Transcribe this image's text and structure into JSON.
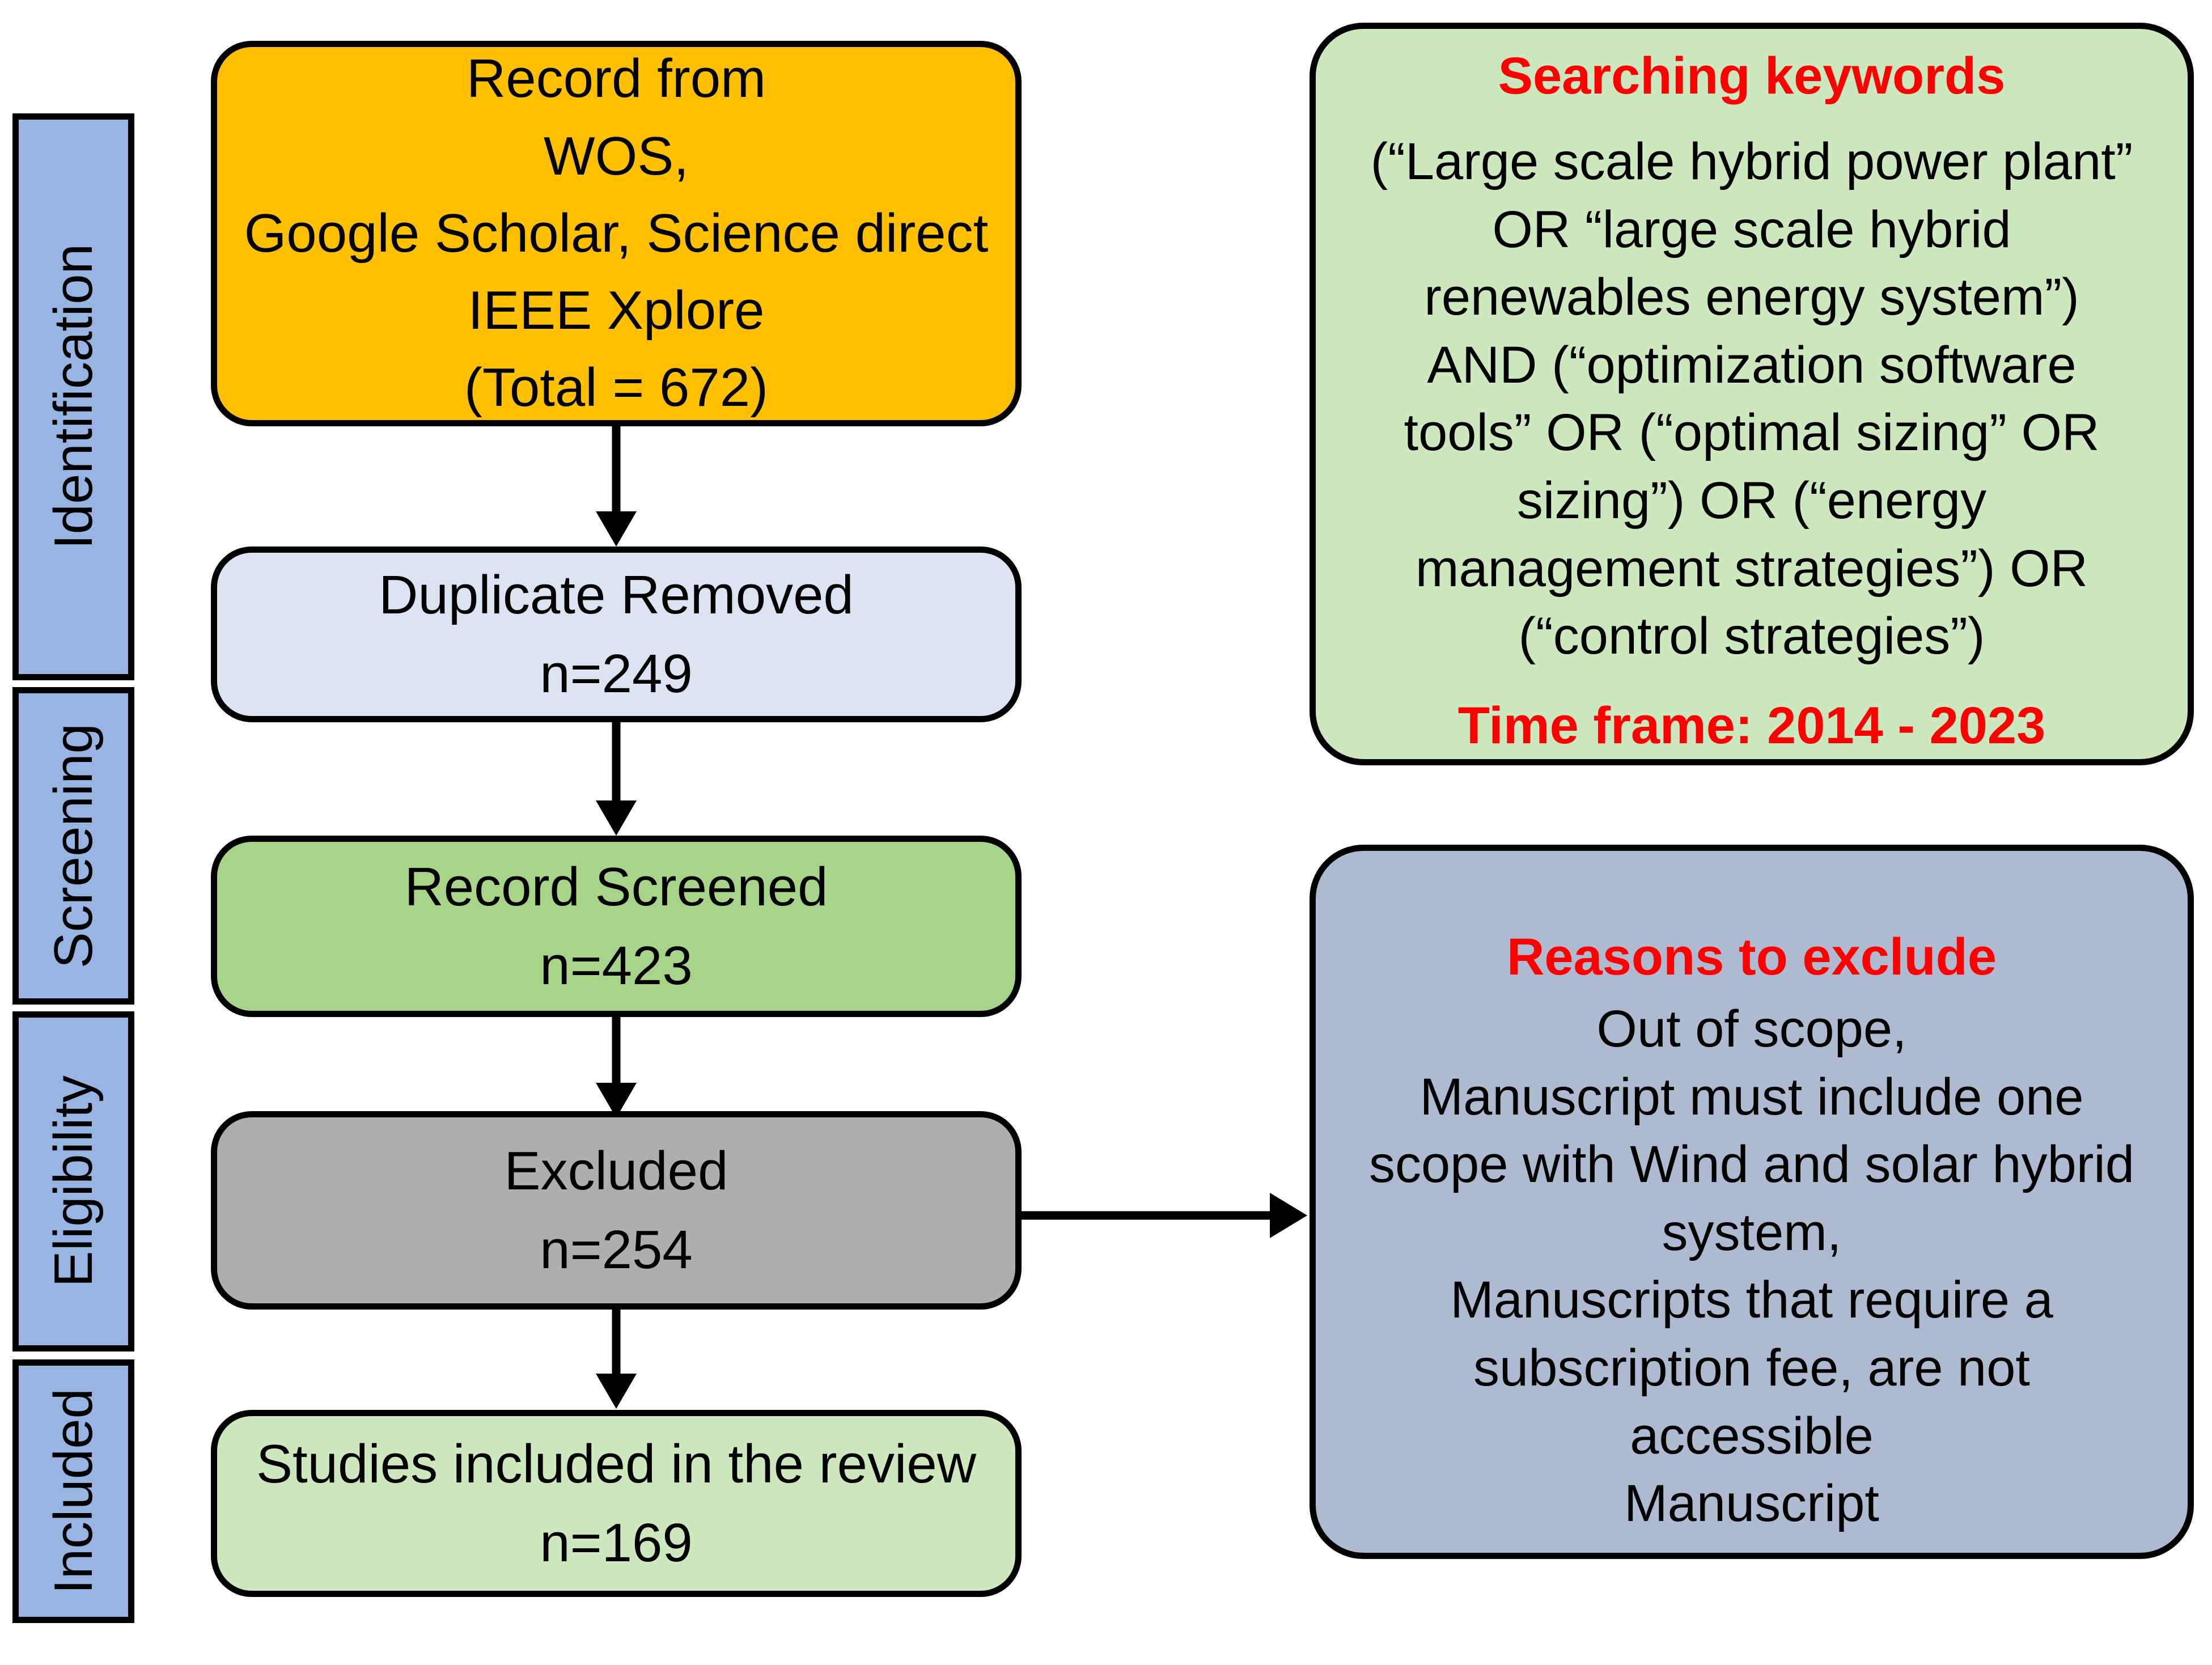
{
  "diagram": {
    "title": "PRISMA study selection flow diagram",
    "colors": {
      "stage_bar_fill": "#97B4E3",
      "identification_box_fill": "#FFC000",
      "duplicate_box_fill": "#DCE3F3",
      "screened_box_fill": "#A8D48A",
      "excluded_box_fill": "#B0ADAD",
      "included_box_fill": "#CDE8BE",
      "keywords_panel_fill": "#CDE8BE",
      "reasons_panel_fill": "#AEBAD0",
      "accent_red": "#FF0000",
      "outline": "#000000"
    }
  },
  "stages": [
    {
      "label": "Identification"
    },
    {
      "label": "Screening"
    },
    {
      "label": "Eligibility"
    },
    {
      "label": "Included"
    }
  ],
  "flow": {
    "identification": {
      "lines": [
        "Record from",
        "WOS,",
        "Google Scholar, Science direct",
        "IEEE Xplore",
        "(Total = 672)"
      ],
      "total": 672
    },
    "duplicate_removed": {
      "lines": [
        "Duplicate Removed",
        "n=249"
      ],
      "n": 249
    },
    "record_screened": {
      "lines": [
        "Record Screened",
        "n=423"
      ],
      "n": 423
    },
    "excluded": {
      "lines": [
        "Excluded",
        "n=254"
      ],
      "n": 254
    },
    "studies_included": {
      "lines": [
        "Studies included in the review",
        "n=169"
      ],
      "n": 169
    }
  },
  "panels": {
    "keywords": {
      "heading": "Searching keywords",
      "body_lines": [
        "(“Large scale hybrid power plant”",
        "OR “large scale hybrid",
        "renewables energy system”)",
        "AND (“optimization software",
        "tools” OR (“optimal sizing” OR",
        "sizing”) OR (“energy",
        "management strategies”) OR",
        "(“control strategies”)"
      ],
      "footer": "Time frame: 2014 - 2023"
    },
    "reasons": {
      "heading": "Reasons to exclude",
      "body_lines": [
        "Out of scope,",
        "Manuscript must include one",
        "scope with Wind and solar hybrid",
        "system,",
        "Manuscripts that require a",
        "subscription fee, are not",
        "accessible",
        "Manuscript"
      ]
    }
  }
}
